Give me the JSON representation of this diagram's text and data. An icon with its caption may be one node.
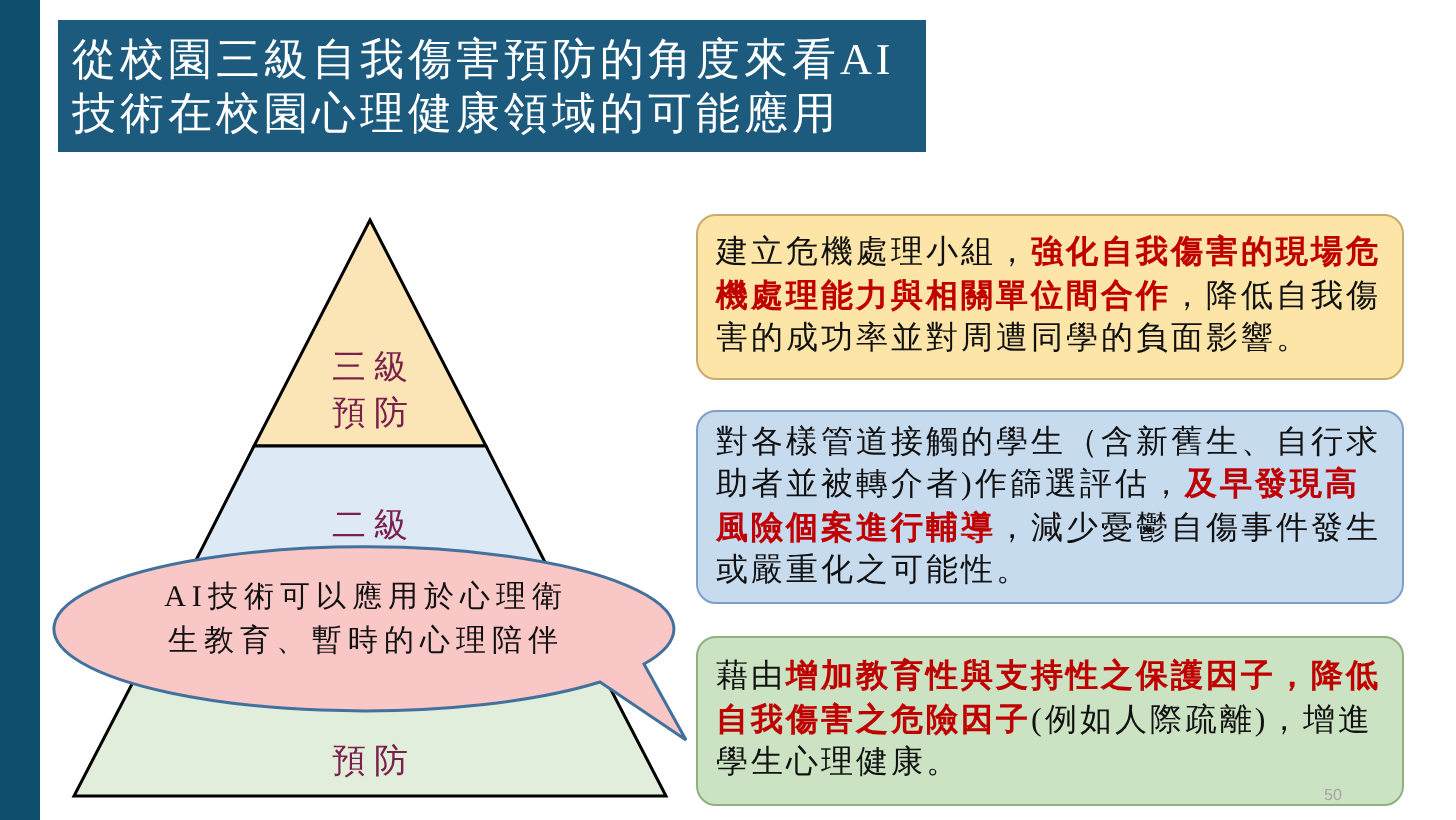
{
  "diagram": {
    "title": "從校園三級自我傷害預防的角度來看AI技術在校園心理健康領域的可能應用",
    "nodes": [
      {
        "text": [
          "三級預防"
        ]
      },
      {
        "text": [
          "二級"
        ]
      },
      {
        "text": [
          "預防"
        ]
      },
      {
        "text": [
          "AI技術可以應用於心理衛生教育、暫時的心理陪伴"
        ]
      },
      {
        "text": [
          "建立危機處理小組，**強化自我傷害的現場危機處理能力與相關單位間合作**，降低自我傷害的成功率並對周遭同學的負面影響。"
        ]
      },
      {
        "text": [
          "對各樣管道接觸的學生（含新舊生、自行求助者並被轉介者)作篩選評估，**及早發現高風險個案進行輔導**，減少憂鬱自傷事件發生或嚴重化之可能性。"
        ]
      },
      {
        "text": [
          "藉由**增加教育性與支持性之保護因子，降低自我傷害之危險因子**(例如人際疏離)，增進學生心理健康。"
        ]
      }
    ],
    "labels": [
      "50"
    ]
  }
}
